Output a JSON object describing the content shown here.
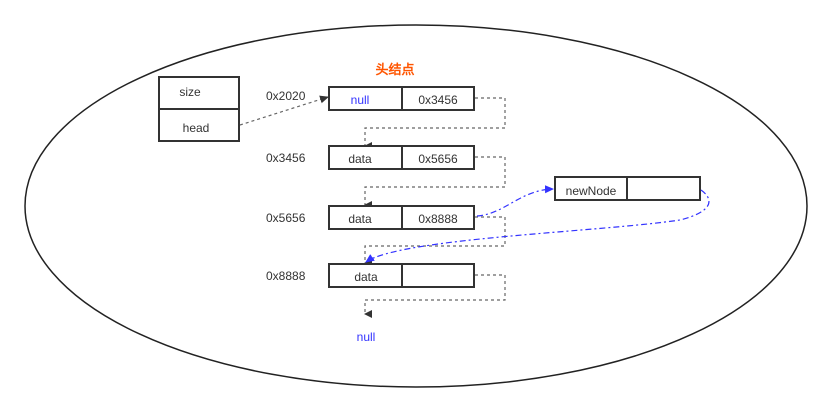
{
  "title": "头结点",
  "list_object": {
    "fields": [
      {
        "label": "size"
      },
      {
        "label": "head"
      }
    ]
  },
  "nodes": [
    {
      "address": "0x2020",
      "data": "null",
      "next": "0x3456",
      "data_color": "#3333ff"
    },
    {
      "address": "0x3456",
      "data": "data",
      "next": "0x5656"
    },
    {
      "address": "0x5656",
      "data": "data",
      "next": "0x8888"
    },
    {
      "address": "0x8888",
      "data": "data",
      "next": ""
    }
  ],
  "new_node": {
    "data": "newNode",
    "next": ""
  },
  "terminal": {
    "label": "null",
    "color": "#3333ff"
  },
  "colors": {
    "title": "#ff5500",
    "line": "#333333",
    "dashed_link": "#666666",
    "new_link": "#3333ff"
  }
}
